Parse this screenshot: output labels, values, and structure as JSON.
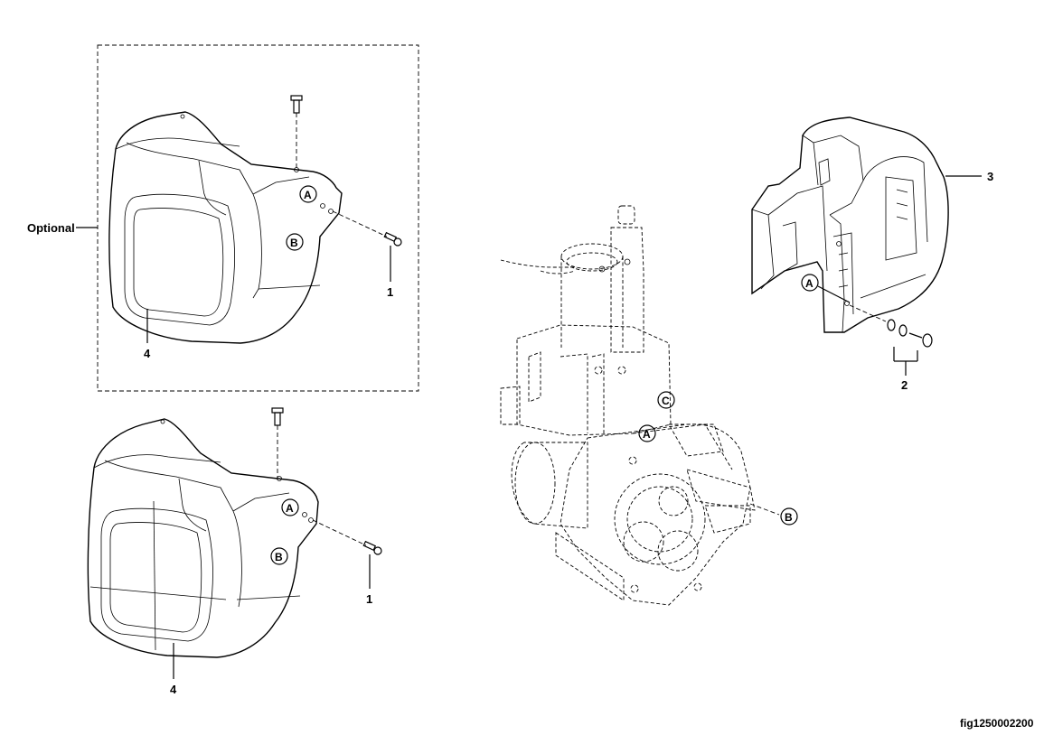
{
  "labels": {
    "optional": "Optional",
    "callouts": {
      "top_screw": "1",
      "bottom_screw": "1",
      "washers": "2",
      "shroud": "3",
      "top_cover": "4",
      "bottom_cover": "4"
    },
    "refs": {
      "a": "A",
      "b": "B",
      "c": "C"
    },
    "figure_id": "fig1250002200"
  }
}
